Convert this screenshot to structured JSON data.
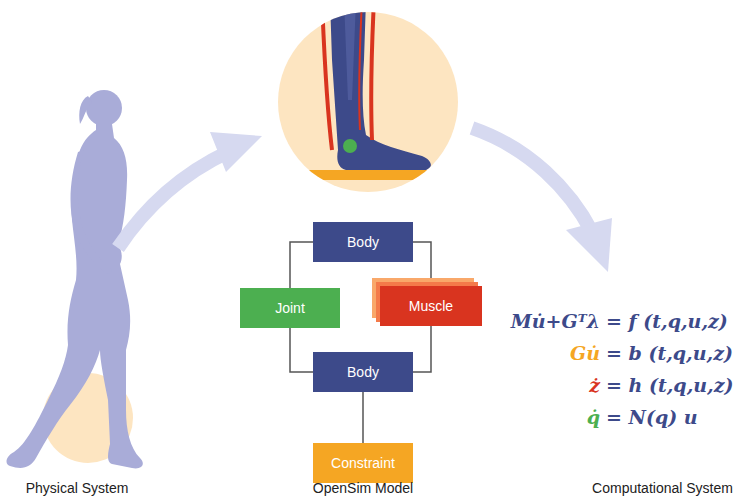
{
  "diagram": {
    "nodes": [
      {
        "text": [
          "Body"
        ]
      },
      {
        "text": [
          "Joint"
        ]
      },
      {
        "text": [
          "Muscle"
        ]
      },
      {
        "text": [
          "Body"
        ]
      },
      {
        "text": [
          "Constraint"
        ]
      }
    ],
    "edges": [
      {
        "from": 0,
        "to": 1,
        "arrow": "none"
      },
      {
        "from": 1,
        "to": 3,
        "arrow": "none"
      },
      {
        "from": 0,
        "to": 2,
        "arrow": "none"
      },
      {
        "from": 2,
        "to": 3,
        "arrow": "none"
      },
      {
        "from": 3,
        "to": 4,
        "arrow": "none"
      }
    ],
    "labels": [
      "Physical System",
      "OpenSim Model",
      "Computational System",
      "Mu̇+Gᵀλ",
      "= f (t,q,u,z)",
      "Gu̇",
      "= b (t,q,u,z)",
      "ż",
      "= h (t,q,u,z)",
      "q̇",
      "= N(q) u"
    ]
  }
}
